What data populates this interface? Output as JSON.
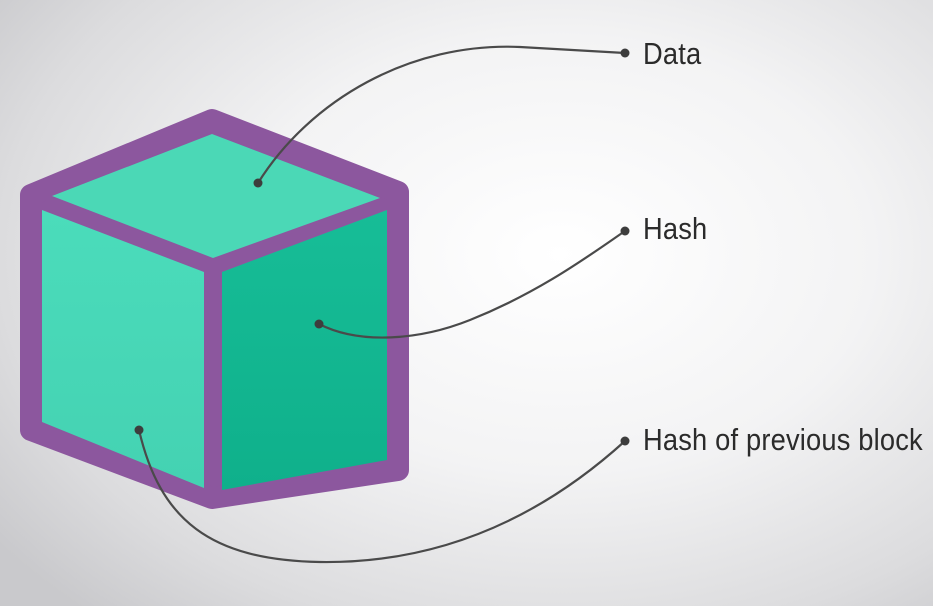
{
  "labels": {
    "data": "Data",
    "hash": "Hash",
    "previous_hash": "Hash of previous block"
  },
  "colors": {
    "cube_outline": "#8c579e",
    "cube_top": "#49d6b4",
    "cube_left": "#48d8b8",
    "cube_right": "#13b893",
    "leader_line": "#444444"
  }
}
